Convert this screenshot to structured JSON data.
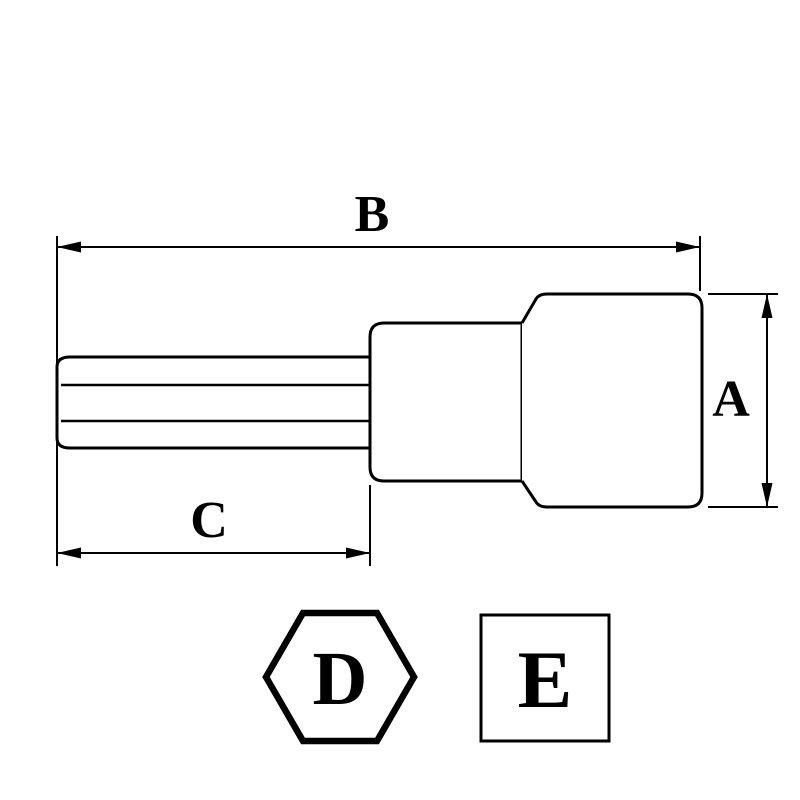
{
  "figure": {
    "labels": {
      "dim_a": "A",
      "dim_b": "B",
      "dim_c": "C",
      "hex_drive": "D",
      "square_drive": "E"
    },
    "colors": {
      "line": "#000000",
      "background": "#ffffff"
    }
  }
}
